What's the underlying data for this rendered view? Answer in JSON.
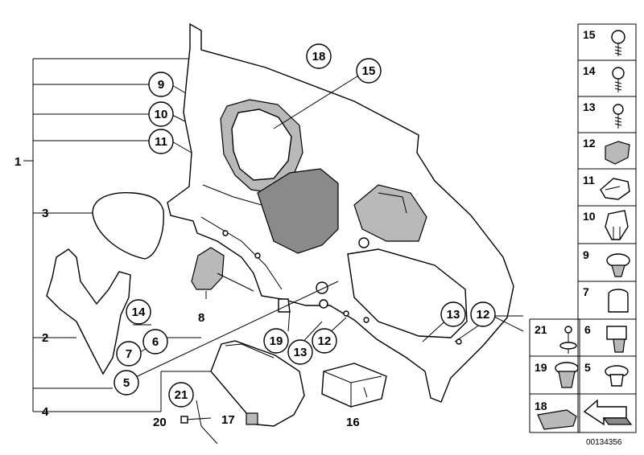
{
  "diagram": {
    "callouts": {
      "c1": "1",
      "c2": "2",
      "c3": "3",
      "c4": "4",
      "c5": "5",
      "c6": "6",
      "c7": "7",
      "c8": "8",
      "c9": "9",
      "c10": "10",
      "c11": "11",
      "c12a": "12",
      "c12b": "12",
      "c13a": "13",
      "c13b": "13",
      "c14": "14",
      "c15": "15",
      "c16": "16",
      "c17": "17",
      "c18": "18",
      "c19": "19",
      "c20": "20",
      "c21": "21"
    },
    "parts_table": {
      "r15": "15",
      "r14": "14",
      "r13": "13",
      "r12": "12",
      "r11": "11",
      "r10": "10",
      "r9": "9",
      "r7": "7",
      "r21": "21",
      "r6": "6",
      "r19": "19",
      "r5": "5",
      "r18": "18"
    },
    "drawing_number": "00134356"
  }
}
